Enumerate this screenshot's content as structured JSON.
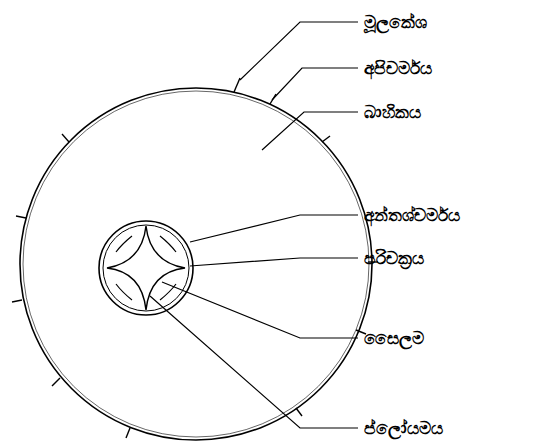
{
  "diagram": {
    "labels": [
      "මූලකේශ",
      "අපිචර්මය",
      "බාහිකය",
      "අන්තශ්චර්මය",
      "පරිචක්‍රය",
      "සෛලම",
      "ප්ලෝයමය"
    ]
  }
}
